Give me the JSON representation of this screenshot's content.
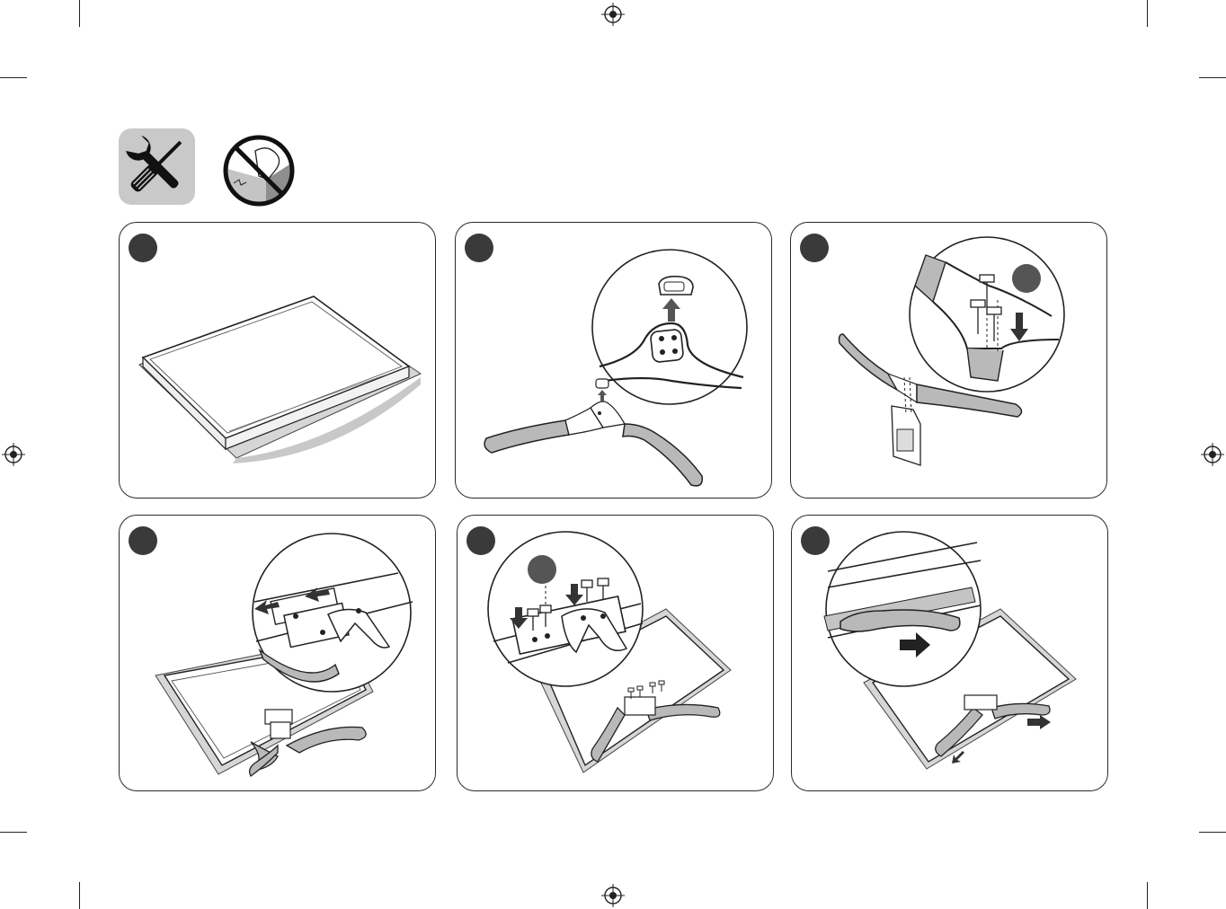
{
  "document": {
    "header_icons": [
      {
        "icon": "tools-icon"
      },
      {
        "icon": "no-scratch-surface-icon"
      }
    ],
    "steps": [
      {
        "number": "",
        "illustration": "tv-on-cushion"
      },
      {
        "number": "",
        "illustration": "remove-stand-cover"
      },
      {
        "number": "",
        "illustration": "assemble-stand-screws",
        "callout": ""
      },
      {
        "number": "",
        "illustration": "attach-stand-to-tv"
      },
      {
        "number": "",
        "illustration": "fasten-stand-screws",
        "callout": ""
      },
      {
        "number": "",
        "illustration": "stand-cover-slide"
      }
    ]
  },
  "colors": {
    "line": "#2a2a2a",
    "badge": "#3a3a3a",
    "tool_bg": "#c9c9c9",
    "stand_gray": "#b9b9b9",
    "cushion_gray": "#d6d6d6"
  }
}
